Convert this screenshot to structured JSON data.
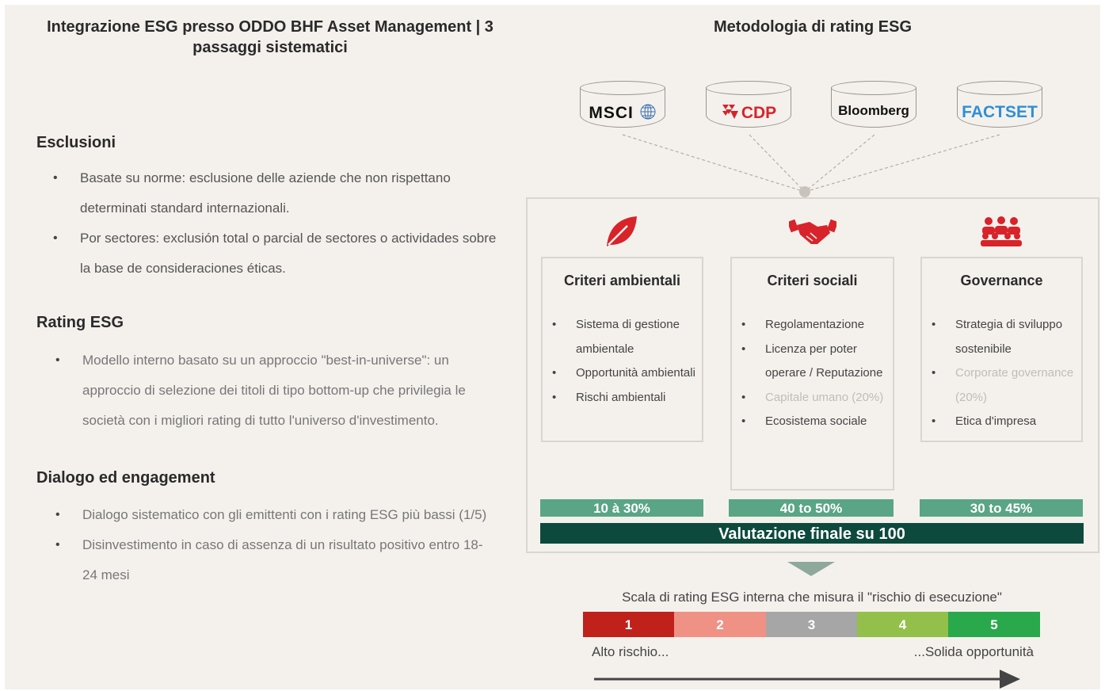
{
  "left": {
    "title": "Integrazione ESG presso ODDO BHF Asset Management | 3 passaggi sistematici",
    "sections": [
      {
        "title": "Esclusioni",
        "items": [
          "Basate su norme: esclusione delle aziende che non rispettano determinati standard internazionali.",
          "Por sectores: exclusión total o parcial de sectores o actividades sobre la base de consideraciones éticas."
        ]
      },
      {
        "title": "Rating ESG",
        "items": [
          "Modello interno basato su un approccio \"best-in-universe\": un approccio di selezione dei titoli di tipo bottom-up che privilegia le società con i migliori rating di tutto l'universo d'investimento."
        ]
      },
      {
        "title": "Dialogo ed engagement",
        "items": [
          "Dialogo sistematico con gli emittenti con i rating ESG più bassi (1/5)",
          "Disinvestimento in caso di assenza di un risultato positivo entro 18-24 mesi"
        ]
      }
    ]
  },
  "right": {
    "title": "Metodologia di rating ESG",
    "sources": [
      {
        "name": "MSCI",
        "icon": "globe-icon",
        "color": "#111111"
      },
      {
        "name": "CDP",
        "icon": "cdp-logo-icon",
        "color": "#d8232a"
      },
      {
        "name": "Bloomberg",
        "icon": "",
        "color": "#111111"
      },
      {
        "name": "FACTSET",
        "icon": "",
        "color": "#2e8fd6"
      }
    ],
    "criteria": [
      {
        "title": "Criteri ambientali",
        "icon": "leaf-icon",
        "weight": "10 à 30%",
        "items": [
          {
            "text": "Sistema di gestione ambientale",
            "faded": false
          },
          {
            "text": "Opportunità ambientali",
            "faded": false
          },
          {
            "text": "Rischi ambientali",
            "faded": false
          }
        ]
      },
      {
        "title": "Criteri sociali",
        "icon": "handshake-icon",
        "weight": "40 to 50%",
        "items": [
          {
            "text": "Regolamentazione",
            "faded": false
          },
          {
            "text": "Licenza per poter operare / Reputazione",
            "faded": false
          },
          {
            "text": "Capitale umano (20%)",
            "faded": true
          },
          {
            "text": "Ecosistema sociale",
            "faded": false
          }
        ]
      },
      {
        "title": "Governance",
        "icon": "people-icon",
        "weight": "30 to 45%",
        "items": [
          {
            "text": "Strategia di sviluppo sostenibile",
            "faded": false
          },
          {
            "text": "Corporate governance (20%)",
            "faded": true
          },
          {
            "text": "Etica d'impresa",
            "faded": false
          }
        ]
      }
    ],
    "final_label": "Valutazione finale su 100",
    "scale": {
      "title": "Scala di rating ESG interna che misura il \"rischio di esecuzione\"",
      "levels": [
        {
          "label": "1",
          "color": "#c0211b"
        },
        {
          "label": "2",
          "color": "#f09186"
        },
        {
          "label": "3",
          "color": "#a6a6a6"
        },
        {
          "label": "4",
          "color": "#92c04a"
        },
        {
          "label": "5",
          "color": "#2aa84c"
        }
      ],
      "low_label": "Alto rischio...",
      "high_label": "...Solida opportunità"
    },
    "accent_red": "#d8232a"
  }
}
